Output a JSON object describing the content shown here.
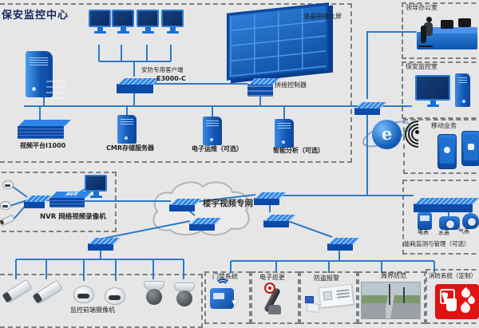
{
  "title": "保安监控中心",
  "monitoring_center": {
    "client_label": "安防专用客户端",
    "client_switch": "E3000-C",
    "video_wall": "液晶拼接大屏",
    "controller": "拼接控制器",
    "servers": [
      {
        "label": "视频平台I1000"
      },
      {
        "label": "CMR存储服务器"
      },
      {
        "label": "电子运维（可选）"
      },
      {
        "label": "智能分析（可选）"
      }
    ]
  },
  "rooms": {
    "leader_office": "领导办公室",
    "security_room": "保安监控室",
    "mobile_service": "移动业务",
    "energy": {
      "title": "能耗监测与管理（可选）",
      "meters": [
        {
          "label": "电表"
        },
        {
          "label": "水表"
        },
        {
          "label": "气表"
        }
      ]
    }
  },
  "network": {
    "cloud_label": "楼宇视频专网",
    "internet_icon": "e",
    "nvr_label": "NVR 网络视频录像机",
    "nvr_text": "NVR"
  },
  "frontend": {
    "cameras_label": "监控前端摄像机",
    "subsystems": [
      {
        "label": "门禁系统"
      },
      {
        "label": "电子巡更"
      },
      {
        "label": "防盗报警"
      },
      {
        "label": "周界防范"
      },
      {
        "label": "消防系统（定制）"
      }
    ]
  },
  "colors": {
    "accent": "#1565c0",
    "line": "#2e7bc8",
    "fire_red": "#e01212",
    "background": "#e6e6e6"
  }
}
